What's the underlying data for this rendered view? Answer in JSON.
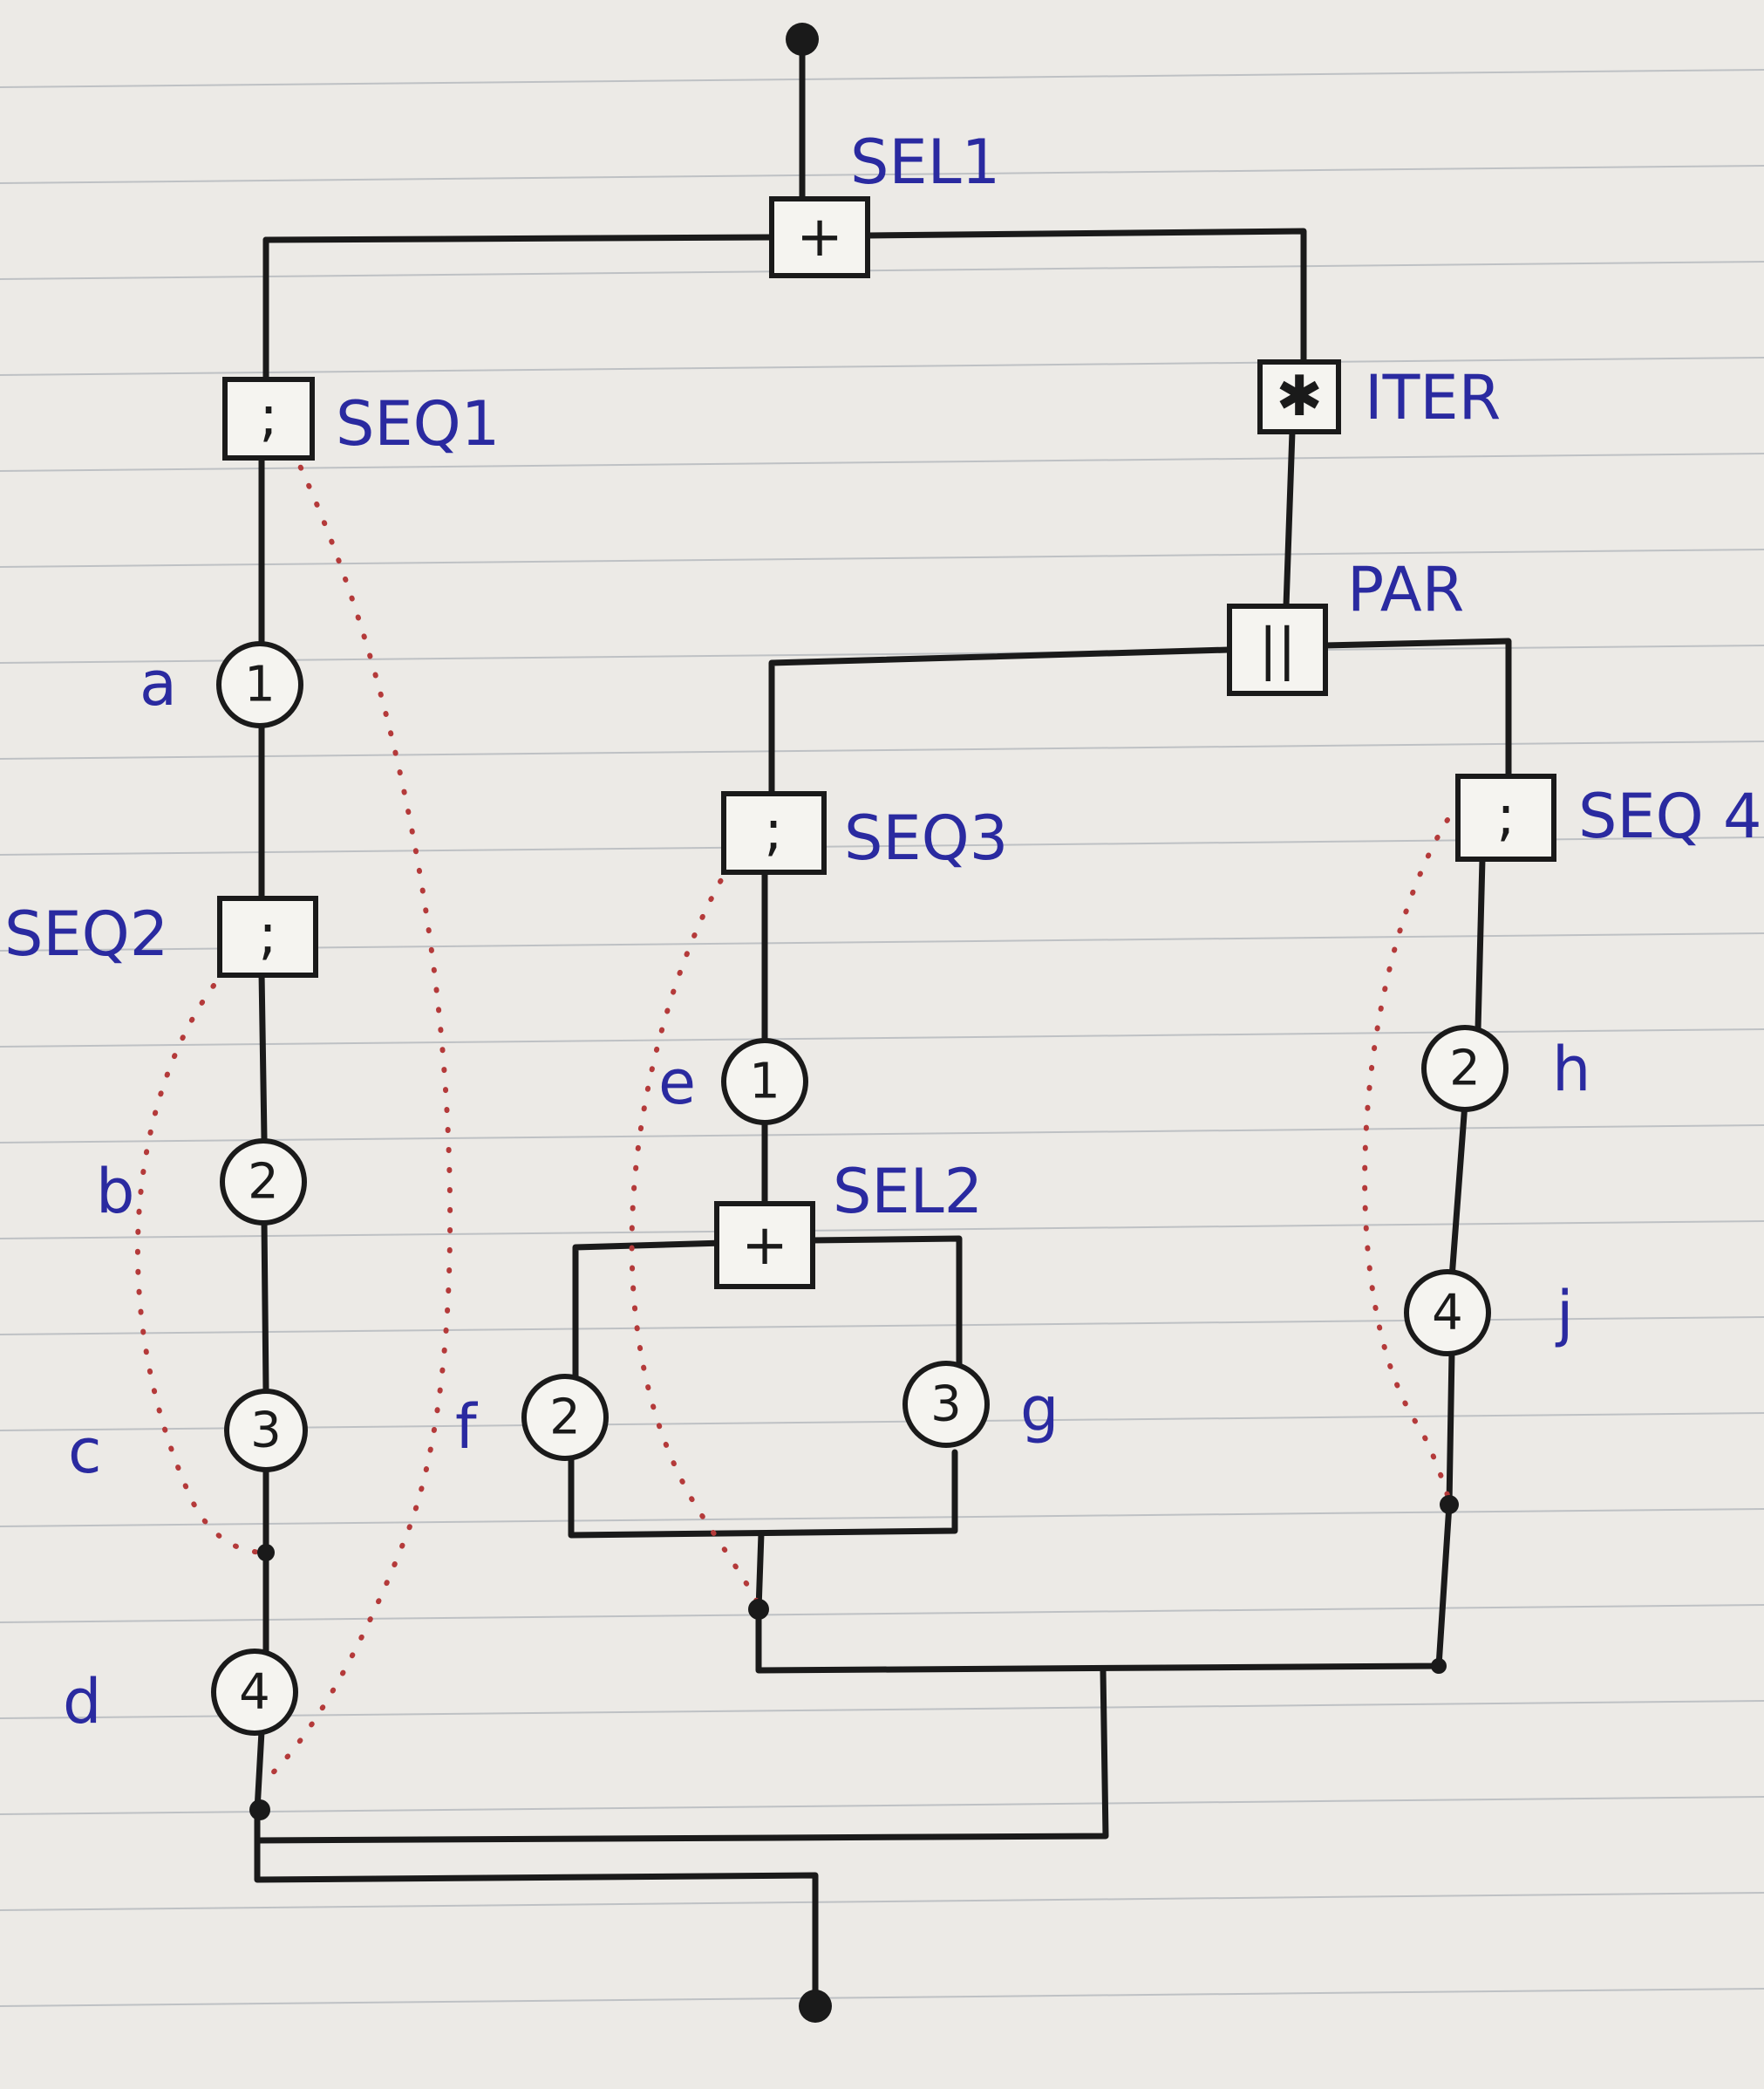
{
  "operators": {
    "sel1": {
      "symbol": "+",
      "label": "SEL1"
    },
    "seq1": {
      "symbol": ";",
      "label": "SEQ1"
    },
    "iter": {
      "symbol": "✱",
      "label": "ITER"
    },
    "par": {
      "symbol": "||",
      "label": "PAR"
    },
    "seq2": {
      "symbol": ";",
      "label": "SEQ2"
    },
    "seq3": {
      "symbol": ";",
      "label": "SEQ3"
    },
    "seq4": {
      "symbol": ";",
      "label": "SEQ 4"
    },
    "sel2": {
      "symbol": "+",
      "label": "SEL2"
    }
  },
  "activities": {
    "a": {
      "number": "1",
      "label": "a"
    },
    "b": {
      "number": "2",
      "label": "b"
    },
    "c": {
      "number": "3",
      "label": "c"
    },
    "d": {
      "number": "4",
      "label": "d"
    },
    "e": {
      "number": "1",
      "label": "e"
    },
    "f": {
      "number": "2",
      "label": "f"
    },
    "g": {
      "number": "3",
      "label": "g"
    },
    "h": {
      "number": "2",
      "label": "h"
    },
    "j": {
      "number": "4",
      "label": "j"
    }
  },
  "colors": {
    "ink": "#1a1a1a",
    "label": "#2a2aa0",
    "dotted": "#b43a3a",
    "paper": "#eceae6"
  }
}
